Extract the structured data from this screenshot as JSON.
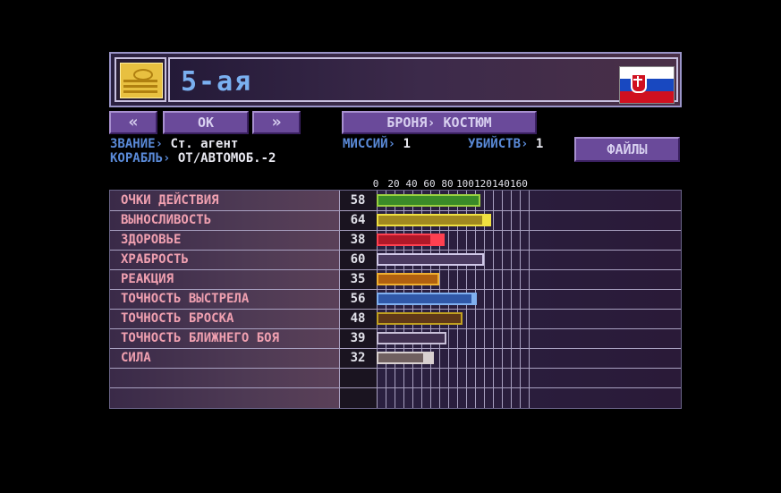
{
  "soldier": {
    "name": "5-ая",
    "rank_icon": "sergeant-rank-emblem-icon",
    "flag": {
      "country_icon": "slovakia-flag-icon",
      "colors": [
        "#ffffff",
        "#1848c0",
        "#d01020"
      ]
    }
  },
  "nav": {
    "prev_label": "«",
    "ok_label": "OK",
    "next_label": "»",
    "armor_label": "БРОНЯ› КОСТЮМ",
    "files_label": "ФАЙЛЫ"
  },
  "info": {
    "rank_label": "ЗВАНИЕ›",
    "rank_value": "Ст. агент",
    "craft_label": "КОРАБЛЬ›",
    "craft_value": "ОТ/АВТОМОБ.-2",
    "missions_label": "МИССИЙ›",
    "missions_value": "1",
    "kills_label": "УБИЙСТВ›",
    "kills_value": "1"
  },
  "scale_ticks": [
    "0",
    "20",
    "40",
    "60",
    "80",
    "100",
    "120",
    "140",
    "160"
  ],
  "stats": [
    {
      "name": "ОЧКИ ДЕЙСТВИЯ",
      "value": 58,
      "current": 58,
      "fill": "#3a8a28",
      "edge": "#9ad040"
    },
    {
      "name": "ВЫНОСЛИВОСТЬ",
      "value": 64,
      "current": 59,
      "fill": "#a08820",
      "edge": "#f0e040"
    },
    {
      "name": "ЗДОРОВЬЕ",
      "value": 38,
      "current": 30,
      "fill": "#b01828",
      "edge": "#ff4050"
    },
    {
      "name": "ХРАБРОСТЬ",
      "value": 60,
      "current": 60,
      "fill": "#4a3a60",
      "edge": "#d0c8e8"
    },
    {
      "name": "РЕАКЦИЯ",
      "value": 35,
      "current": 35,
      "fill": "#b06010",
      "edge": "#f0b030"
    },
    {
      "name": "ТОЧНОСТЬ ВЫСТРЕЛА",
      "value": 56,
      "current": 53,
      "fill": "#3058a8",
      "edge": "#80b0f0"
    },
    {
      "name": "ТОЧНОСТЬ БРОСКА",
      "value": 48,
      "current": 48,
      "fill": "#603818",
      "edge": "#c0a020"
    },
    {
      "name": "ТОЧНОСТЬ БЛИЖНЕГО БОЯ",
      "value": 39,
      "current": 39,
      "fill": "#403050",
      "edge": "#c8c0d8"
    },
    {
      "name": "СИЛА",
      "value": 32,
      "current": 26,
      "fill": "#706060",
      "edge": "#d8d0d0"
    }
  ]
}
